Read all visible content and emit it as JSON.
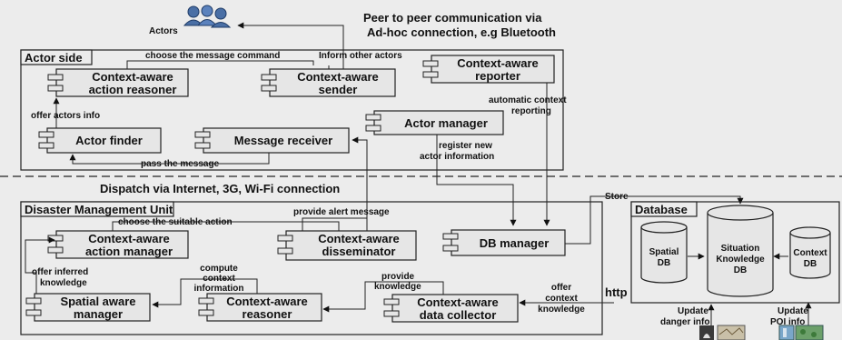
{
  "actors_label": "Actors",
  "p2p_line1": "Peer to peer communication via",
  "p2p_line2": "Ad-hoc connection, e.g Bluetooth",
  "actor_side": {
    "title": "Actor side",
    "action_reasoner": [
      "Context-aware",
      "action reasoner"
    ],
    "sender": [
      "Context-aware",
      "sender"
    ],
    "reporter": [
      "Context-aware",
      "reporter"
    ],
    "actor_manager": "Actor manager",
    "actor_finder": "Actor finder",
    "message_receiver": "Message receiver",
    "choose_cmd": "choose the message command",
    "inform_actors": "Inform other actors",
    "offer_actors_info": "offer actors info",
    "pass_message": "pass the message",
    "auto_report": [
      "automatic context",
      "reporting"
    ],
    "register_actor": [
      "register new",
      "actor information"
    ]
  },
  "dispatch": "Dispatch via Internet, 3G, Wi-Fi connection",
  "dmu": {
    "title": "Disaster Management Unit",
    "action_manager": [
      "Context-aware",
      "action manager"
    ],
    "disseminator": [
      "Context-aware",
      "disseminator"
    ],
    "db_manager": "DB manager",
    "spatial_manager": [
      "Spatial aware",
      "manager"
    ],
    "reasoner": [
      "Context-aware",
      "reasoner"
    ],
    "data_collector": [
      "Context-aware",
      "data collector"
    ],
    "choose_action": "choose the suitable action",
    "alert": "provide alert message",
    "inferred": [
      "offer inferred",
      "knowledge"
    ],
    "compute": [
      "compute",
      "context",
      "information"
    ],
    "provide_knowledge": [
      "provide",
      "knowledge"
    ],
    "offer_context": [
      "offer",
      "context",
      "knowledge"
    ]
  },
  "database": {
    "title": "Database",
    "spatial_db": [
      "Spatial",
      "DB"
    ],
    "situation_db": [
      "Situation",
      "Knowledge",
      "DB"
    ],
    "context_db": [
      "Context",
      "DB"
    ],
    "store": "Store"
  },
  "http": "http",
  "update_danger": [
    "Update",
    "danger info"
  ],
  "update_poi": [
    "Update",
    "POI info"
  ]
}
